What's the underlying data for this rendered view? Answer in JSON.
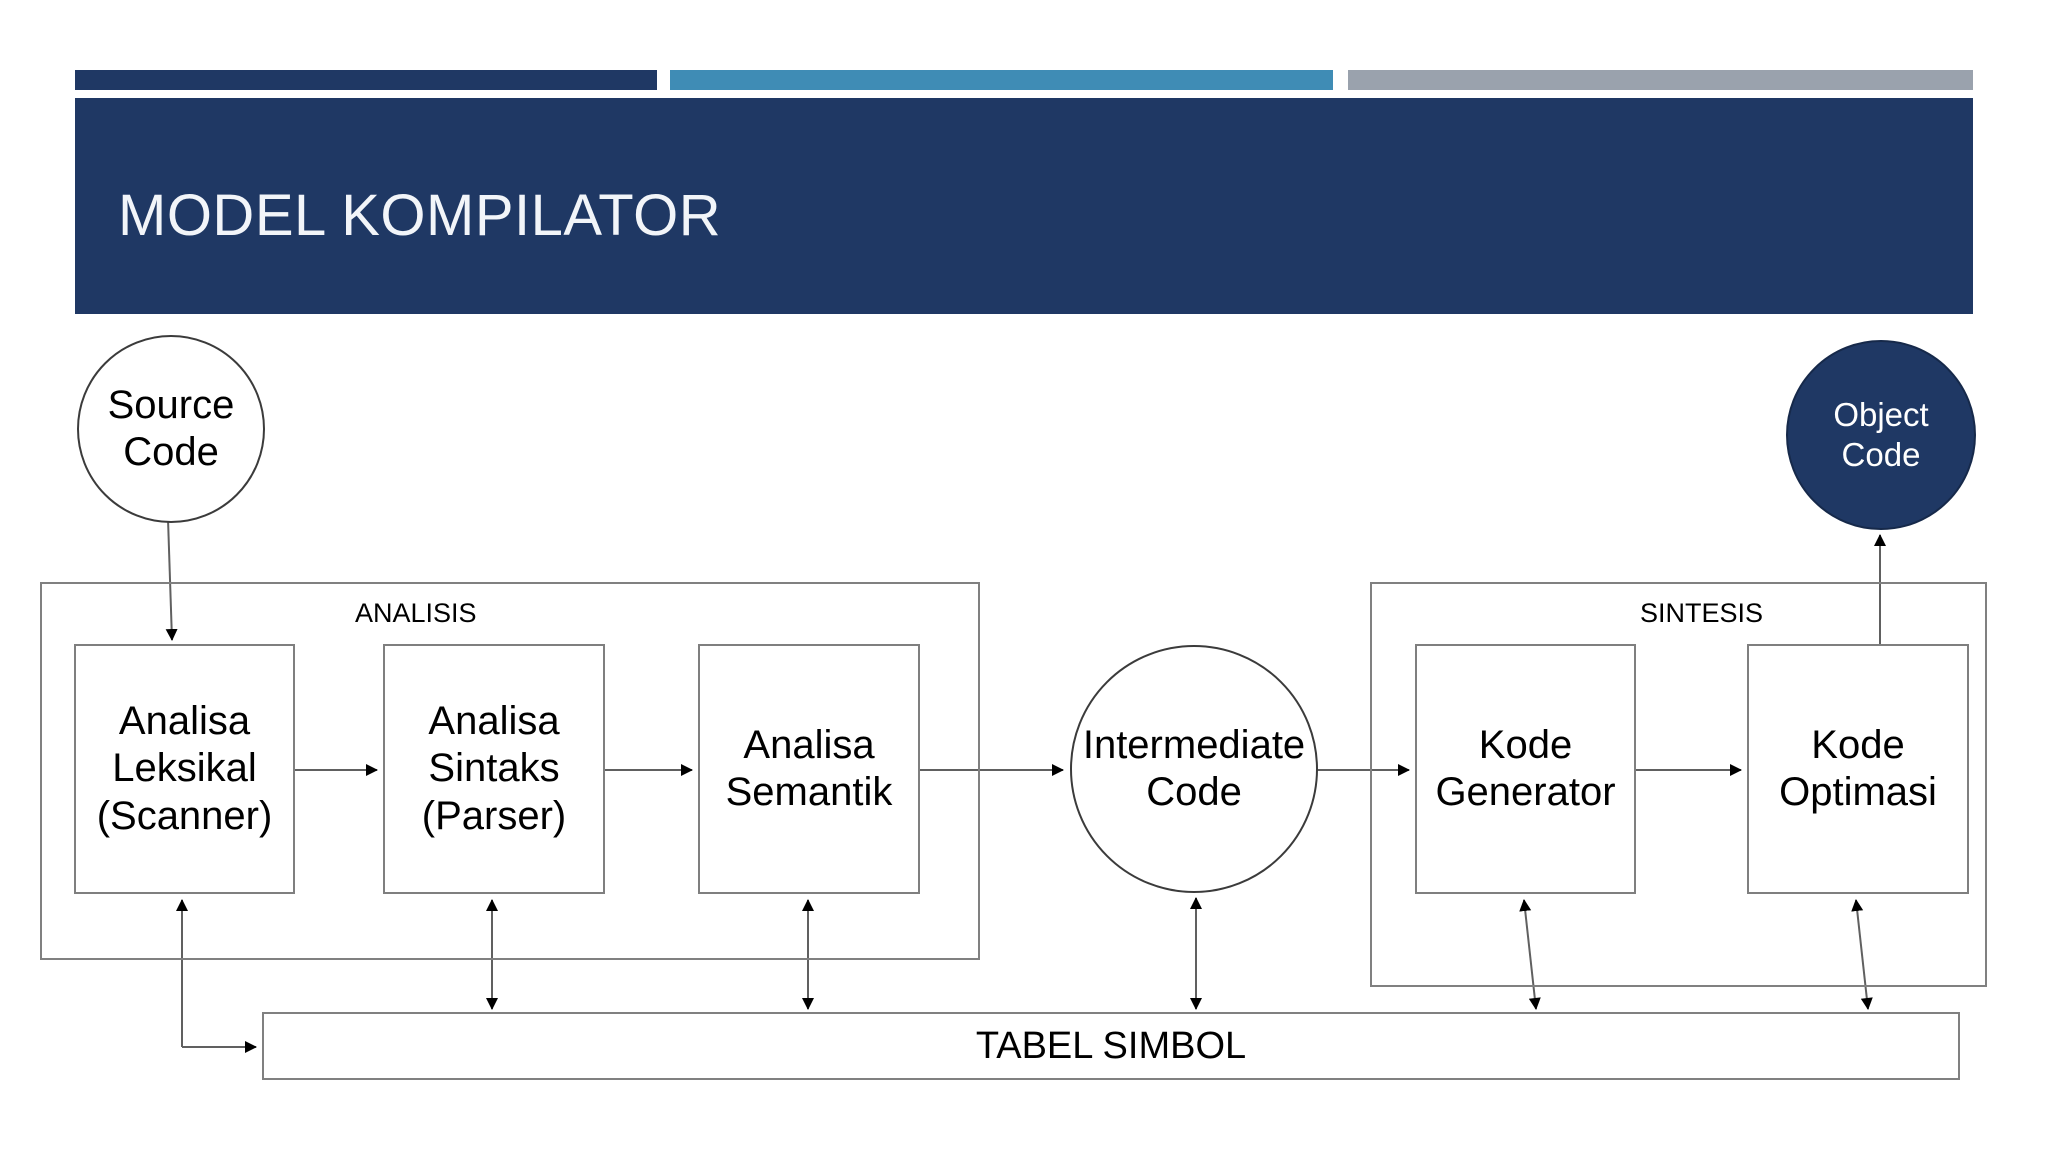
{
  "slide": {
    "title": "MODEL KOMPILATOR",
    "accent_bars": [
      {
        "name": "dark-navy",
        "color": "#1F3864"
      },
      {
        "name": "medium-blue",
        "color": "#3F8CB5"
      },
      {
        "name": "gray",
        "color": "#9AA2AD"
      }
    ],
    "banner_color": "#1F3864",
    "title_color": "#F2F5F9"
  },
  "diagram": {
    "type": "flowchart",
    "name": "compiler-model-flowchart",
    "endpoints": {
      "source": {
        "label": "Source\nCode",
        "line1": "Source",
        "line2": "Code",
        "shape": "circle",
        "fill": "#FFFFFF",
        "stroke": "#3B3B3B"
      },
      "object": {
        "label": "Object\nCode",
        "line1": "Object",
        "line2": "Code",
        "shape": "circle",
        "fill": "#1F3864",
        "text_color": "#FFFFFF"
      }
    },
    "groups": [
      {
        "id": "analisis",
        "label": "ANALISIS"
      },
      {
        "id": "sintesis",
        "label": "SINTESIS"
      }
    ],
    "stages": [
      {
        "id": "analisa-leksikal",
        "group": "analisis",
        "line1": "Analisa",
        "line2": "Leksikal",
        "line3": "(Scanner)"
      },
      {
        "id": "analisa-sintaks",
        "group": "analisis",
        "line1": "Analisa",
        "line2": "Sintaks",
        "line3": "(Parser)"
      },
      {
        "id": "analisa-semantik",
        "group": "analisis",
        "line1": "Analisa",
        "line2": "Semantik",
        "line3": ""
      },
      {
        "id": "intermediate-code",
        "group": "none",
        "line1": "Intermediate",
        "line2": "Code",
        "line3": "",
        "shape": "circle"
      },
      {
        "id": "kode-generator",
        "group": "sintesis",
        "line1": "Kode",
        "line2": "Generator",
        "line3": ""
      },
      {
        "id": "kode-optimasi",
        "group": "sintesis",
        "line1": "Kode",
        "line2": "Optimasi",
        "line3": ""
      }
    ],
    "symbol_table": {
      "id": "tabel-simbol",
      "label": "TABEL SIMBOL"
    },
    "connections": [
      {
        "from": "source",
        "to": "analisa-leksikal",
        "style": "arrow-down"
      },
      {
        "from": "analisa-leksikal",
        "to": "analisa-sintaks",
        "style": "arrow-right"
      },
      {
        "from": "analisa-sintaks",
        "to": "analisa-semantik",
        "style": "arrow-right"
      },
      {
        "from": "analisa-semantik",
        "to": "intermediate-code",
        "style": "arrow-right"
      },
      {
        "from": "intermediate-code",
        "to": "kode-generator",
        "style": "arrow-right"
      },
      {
        "from": "kode-generator",
        "to": "kode-optimasi",
        "style": "arrow-right"
      },
      {
        "from": "kode-optimasi",
        "to": "object",
        "style": "arrow-up"
      },
      {
        "from": "tabel-simbol",
        "to": "analisa-leksikal",
        "style": "arrow-up-elbow"
      },
      {
        "from": "analisa-sintaks",
        "to": "tabel-simbol",
        "style": "double-arrow"
      },
      {
        "from": "analisa-semantik",
        "to": "tabel-simbol",
        "style": "double-arrow"
      },
      {
        "from": "intermediate-code",
        "to": "tabel-simbol",
        "style": "double-arrow"
      },
      {
        "from": "kode-generator",
        "to": "tabel-simbol",
        "style": "double-arrow"
      },
      {
        "from": "kode-optimasi",
        "to": "tabel-simbol",
        "style": "double-arrow"
      }
    ],
    "line_color": "#606060",
    "arrow_color": "#000000"
  }
}
